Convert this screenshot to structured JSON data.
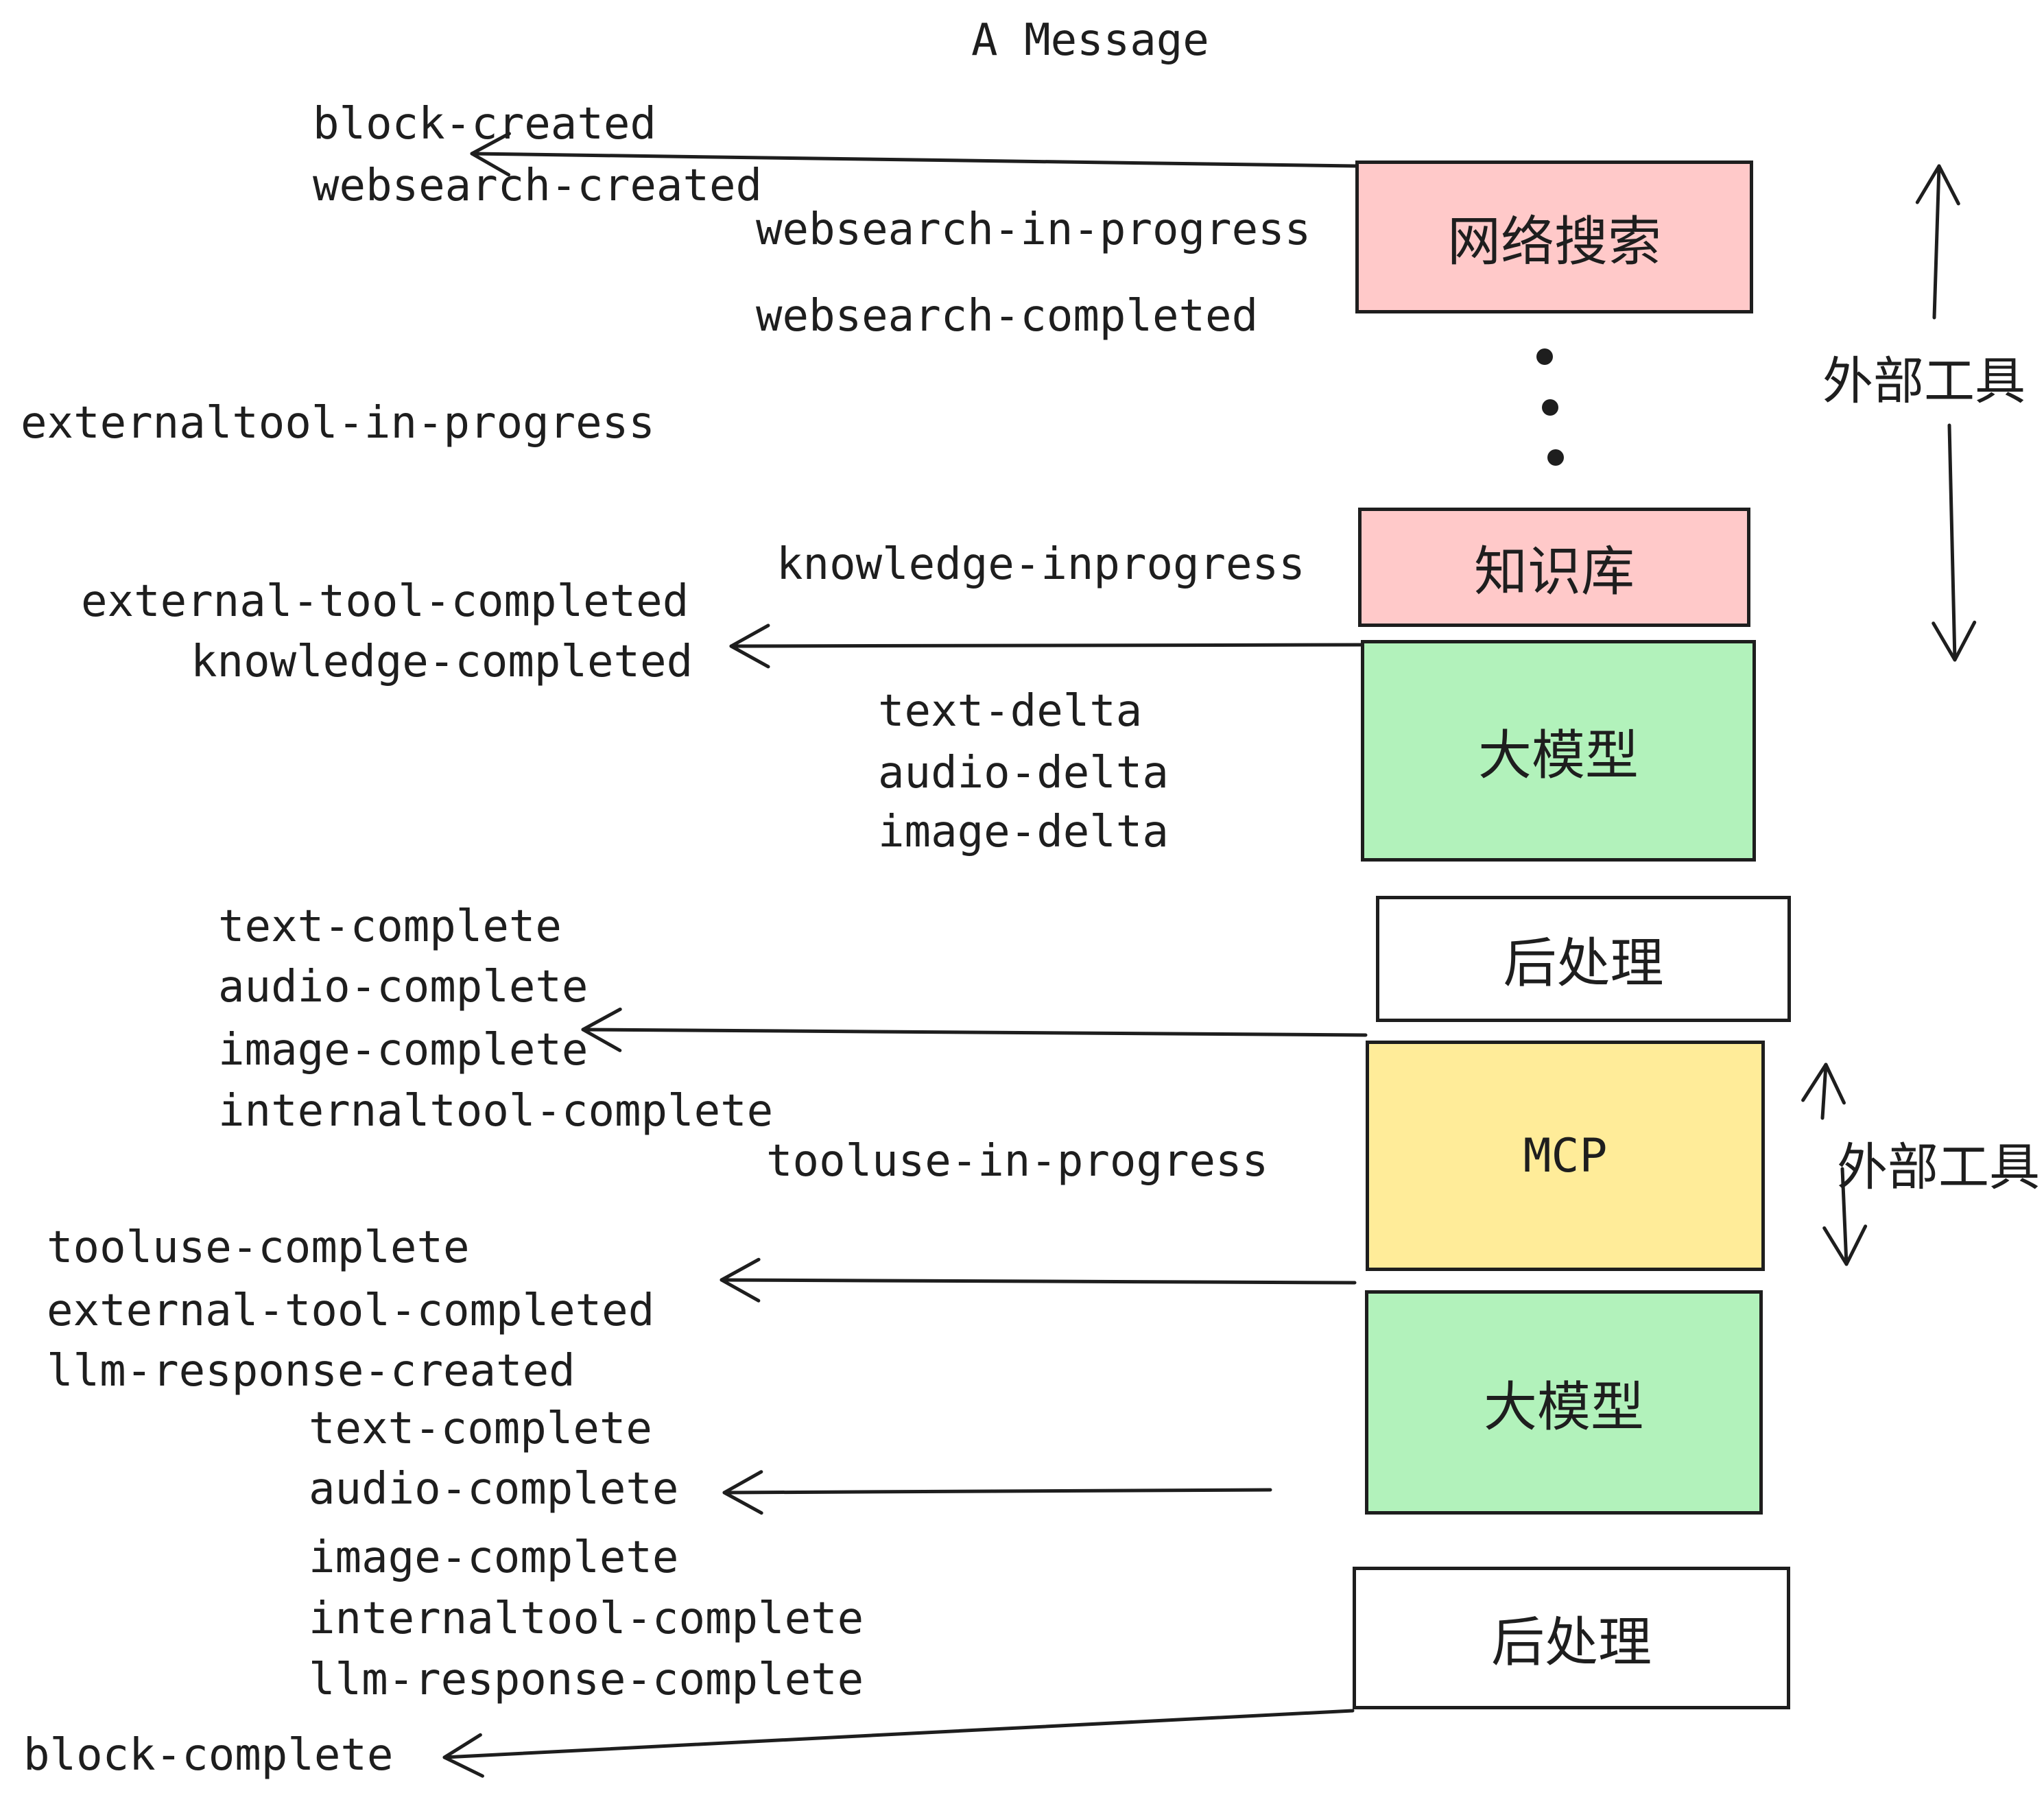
{
  "title": "A Message",
  "colors": {
    "stroke": "#1e1e1e",
    "pink": "#ffc9c9",
    "green": "#b2f2bb",
    "yellow": "#ffec99",
    "white": "#ffffff"
  },
  "events": {
    "block_created": "block-created",
    "websearch_created": "websearch-created",
    "websearch_in_progress": "websearch-in-progress",
    "websearch_completed": "websearch-completed",
    "externaltool_in_progress": "externaltool-in-progress",
    "knowledge_inprogress": "knowledge-inprogress",
    "external_tool_completed": "external-tool-completed",
    "knowledge_completed": "knowledge-completed",
    "text_delta": "text-delta",
    "audio_delta": "audio-delta",
    "image_delta": "image-delta",
    "text_complete": "text-complete",
    "audio_complete": "audio-complete",
    "image_complete": "image-complete",
    "internaltool_complete": "internaltool-complete",
    "tooluse_in_progress": "tooluse-in-progress",
    "tooluse_complete": "tooluse-complete",
    "llm_response_created": "llm-response-created",
    "llm_response_complete": "llm-response-complete",
    "block_complete": "block-complete"
  },
  "boxes": {
    "websearch": {
      "label": "网络搜索",
      "color": "#ffc9c9"
    },
    "knowledge": {
      "label": "知识库",
      "color": "#ffc9c9"
    },
    "llm_top": {
      "label": "大模型",
      "color": "#b2f2bb"
    },
    "post_top": {
      "label": "后处理",
      "color": "#ffffff"
    },
    "mcp": {
      "label": "MCP",
      "color": "#ffec99"
    },
    "llm_bottom": {
      "label": "大模型",
      "color": "#b2f2bb"
    },
    "post_bottom": {
      "label": "后处理",
      "color": "#ffffff"
    }
  },
  "side_labels": {
    "external_tools": "外部工具"
  }
}
